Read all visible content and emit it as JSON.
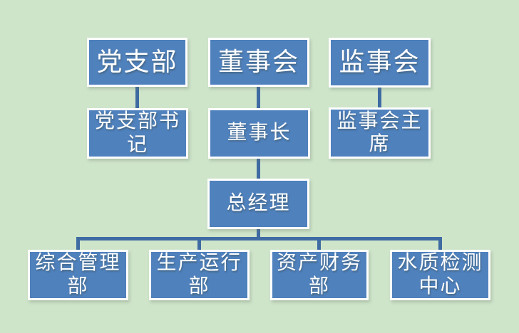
{
  "diagram": {
    "type": "org-chart",
    "background_color": "#cfe5ca",
    "node_fill_color": "#4f81bd",
    "node_border_color": "#ffffff",
    "connector_color": "#3f6ba3",
    "text_color": "#ffffff",
    "nodes": [
      {
        "id": "party-branch",
        "label": "党支部",
        "level": 1
      },
      {
        "id": "board-of-directors",
        "label": "董事会",
        "level": 1
      },
      {
        "id": "supervisory-board",
        "label": "监事会",
        "level": 1
      },
      {
        "id": "party-branch-secretary",
        "label": "党支部书记",
        "level": 2
      },
      {
        "id": "chairman",
        "label": "董事长",
        "level": 2
      },
      {
        "id": "supervisory-board-chairman",
        "label": "监事会主席",
        "level": 2
      },
      {
        "id": "general-manager",
        "label": "总经理",
        "level": 3
      },
      {
        "id": "general-management-dept",
        "label": "综合管理部",
        "level": 4
      },
      {
        "id": "production-operation-dept",
        "label": "生产运行部",
        "level": 4
      },
      {
        "id": "asset-finance-dept",
        "label": "资产财务部",
        "level": 4
      },
      {
        "id": "water-quality-testing-center",
        "label": "水质检测中心",
        "level": 4
      }
    ],
    "edges": [
      {
        "from": "党支部",
        "to": "党支部书记"
      },
      {
        "from": "董事会",
        "to": "董事长"
      },
      {
        "from": "监事会",
        "to": "监事会主席"
      },
      {
        "from": "董事长",
        "to": "总经理"
      },
      {
        "from": "总经理",
        "to": "综合管理部"
      },
      {
        "from": "总经理",
        "to": "生产运行部"
      },
      {
        "from": "总经理",
        "to": "资产财务部"
      },
      {
        "from": "总经理",
        "to": "水质检测中心"
      }
    ]
  }
}
